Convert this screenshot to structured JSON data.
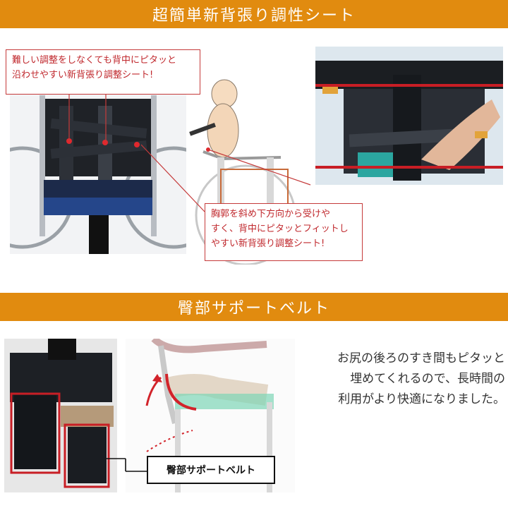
{
  "sections": {
    "top_title": "超簡単新背張り調性シート",
    "bottom_title": "臀部サポートベルト"
  },
  "callouts": {
    "first": [
      "難しい調整をしなくても背中にピタッと",
      "沿わせやすい新背張り調整シート!"
    ],
    "second": [
      "胸郭を斜め下方向から受けや",
      "すく、背中にピタッとフィットし",
      "やすい新背張り調整シート!"
    ]
  },
  "hip": {
    "lines": [
      "お尻の後ろのすき間もピタッと",
      "埋めてくれるので、長時間の",
      "利用がより快適になりました。"
    ],
    "label": "臀部サポートベルト"
  },
  "colors": {
    "banner": "#e18b0f",
    "accent_red": "#c0282d"
  }
}
